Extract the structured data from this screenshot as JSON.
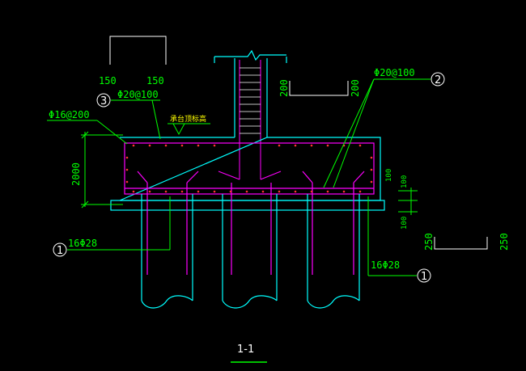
{
  "drawing": {
    "section_label": "1-1",
    "labels": {
      "bar_main_bottom_left": "16Φ28",
      "bar_main_bottom_right": "16Φ28",
      "bar_top_mesh": "Φ16@200",
      "bar_stirrup": "Φ20@100",
      "bar_right_top": "Φ20@100",
      "cap_top_elev": "承台顶标高",
      "cap_height": "2000",
      "shape_dim_left": "150",
      "shape_dim_right": "150",
      "shape2_dim_left": "200",
      "shape2_dim_right": "200",
      "shape3_dim_left": "250",
      "shape3_dim_right": "250",
      "cover_top": "100",
      "cover_mid": "100",
      "cover_bot": "100"
    },
    "callouts": {
      "c1_left": "1",
      "c1_right": "1",
      "c2": "2",
      "c3": "3"
    },
    "colors": {
      "structure": "#00ffff",
      "rebar": "#ff00ff",
      "annotation": "#00ff00",
      "hatch": "#ff0000",
      "text_white": "#ffffff",
      "note": "#ffff00"
    }
  }
}
